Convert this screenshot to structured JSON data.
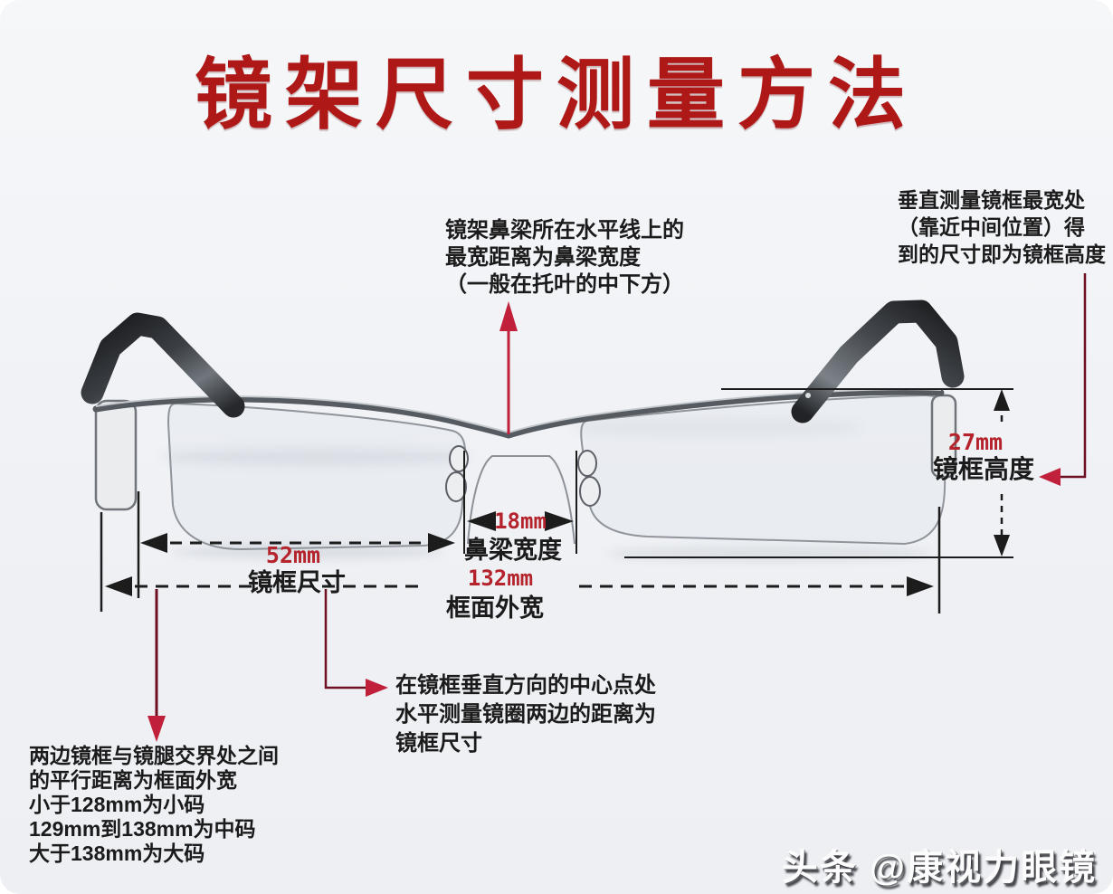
{
  "title": "镜架尺寸测量方法",
  "annotations": {
    "bridge_note": {
      "lines": [
        "镜架鼻梁所在水平线上的",
        "最宽距离为鼻梁宽度",
        "（一般在托叶的中下方）"
      ]
    },
    "height_note": {
      "lines": [
        "垂直测量镜框最宽处",
        "（靠近中间位置）得",
        "到的尺寸即为镜框高度"
      ]
    },
    "lens_note": {
      "lines": [
        "在镜框垂直方向的中心点处",
        "水平测量镜圈两边的距离为",
        "镜框尺寸"
      ]
    },
    "width_note": {
      "lines": [
        "两边镜框与镜腿交界处之间",
        "的平行距离为框面外宽",
        "小于128mm为小码",
        "129mm到138mm为中码",
        "大于138mm为大码"
      ]
    }
  },
  "measurements": {
    "lens_width": {
      "value": "52mm",
      "label": "镜框尺寸"
    },
    "bridge_width": {
      "value": "18mm",
      "label": "鼻梁宽度"
    },
    "total_width": {
      "value": "132mm",
      "label": "框面外宽"
    },
    "lens_height": {
      "value": "27mm",
      "label": "镜框高度"
    }
  },
  "watermark": "头条 @康视力眼镜",
  "colors": {
    "title_red": "#ae1917",
    "value_red": "#b5242c",
    "arrow_red": "#c1203a",
    "connector_red": "#6e1022",
    "ink": "#1b1b1b",
    "background": "#f1f3f6"
  }
}
